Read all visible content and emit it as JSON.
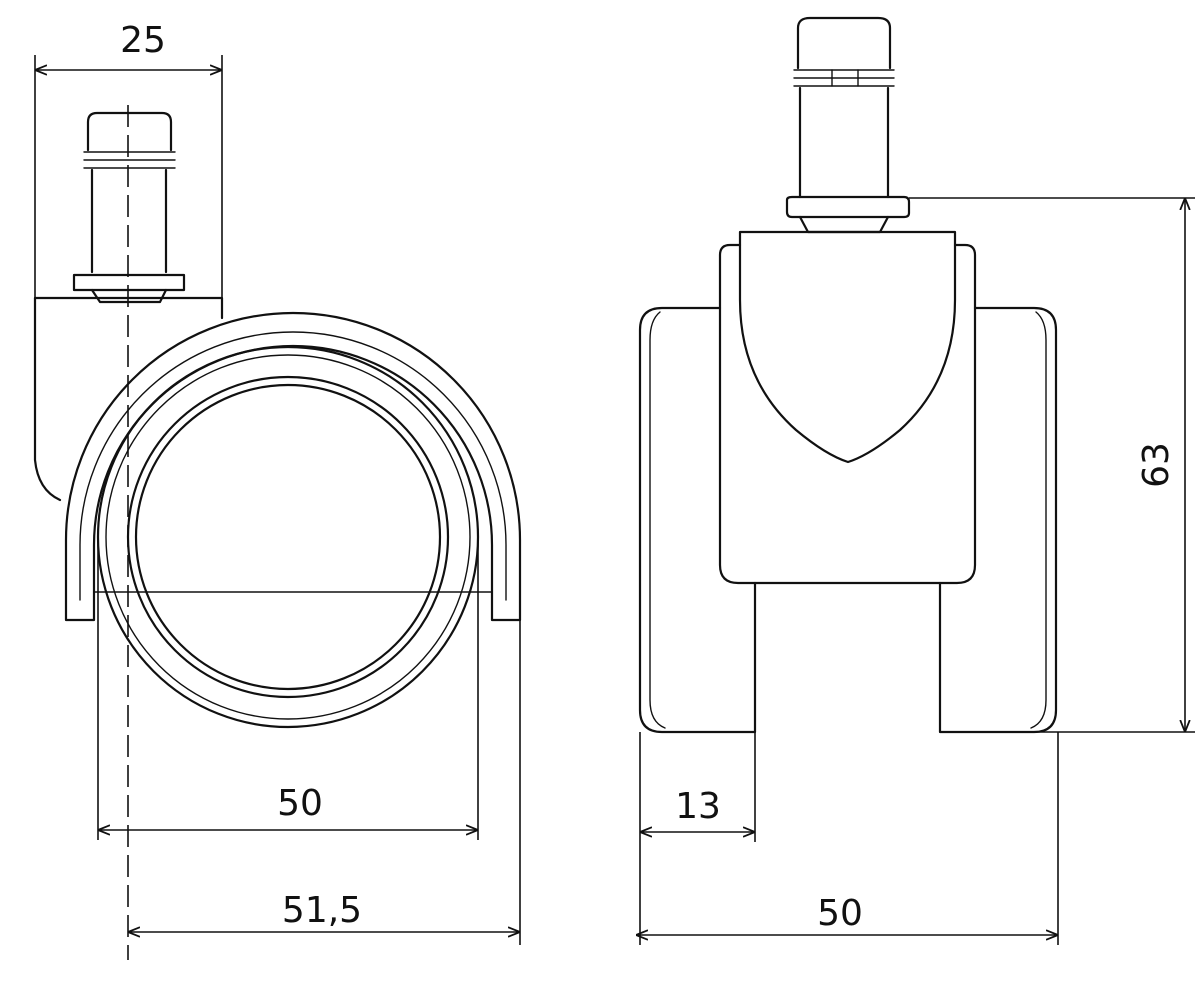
{
  "title": "Castor wheel dimension drawing",
  "side_view": {
    "dim_stem_width": "25",
    "dim_wheel_diameter": "50",
    "dim_total_width": "51,5"
  },
  "front_view": {
    "dim_height": "63",
    "dim_wheel_width": "13",
    "dim_total_width": "50"
  }
}
